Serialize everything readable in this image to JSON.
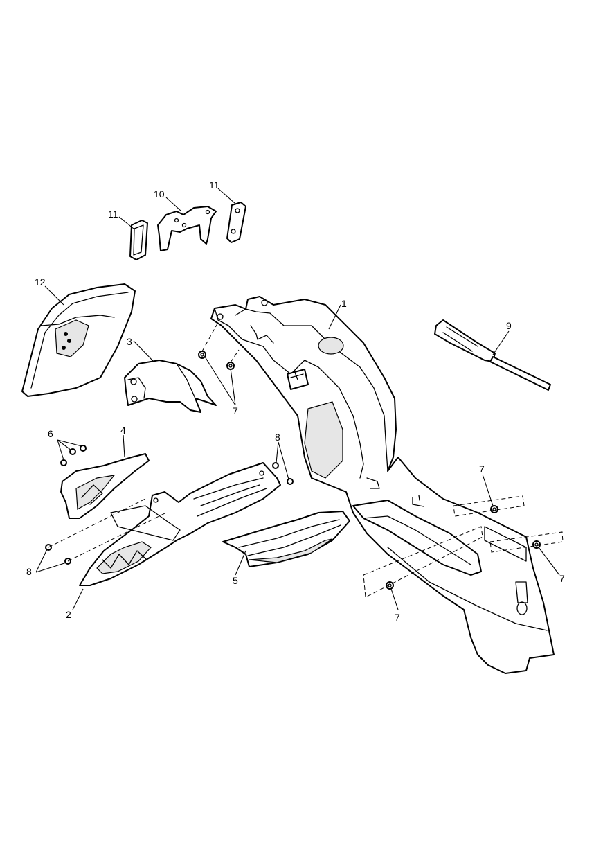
{
  "callouts": {
    "c1": "1",
    "c2": "2",
    "c3": "3",
    "c4": "4",
    "c5": "5",
    "c6": "6",
    "c7a": "7",
    "c7b": "7",
    "c7c": "7",
    "c7d": "7",
    "c8a": "8",
    "c8b": "8",
    "c9": "9",
    "c10": "10",
    "c11a": "11",
    "c11b": "11",
    "c12": "12"
  },
  "colors": {
    "line": "#000000",
    "background": "#ffffff",
    "shading": "#e6e6e6"
  }
}
